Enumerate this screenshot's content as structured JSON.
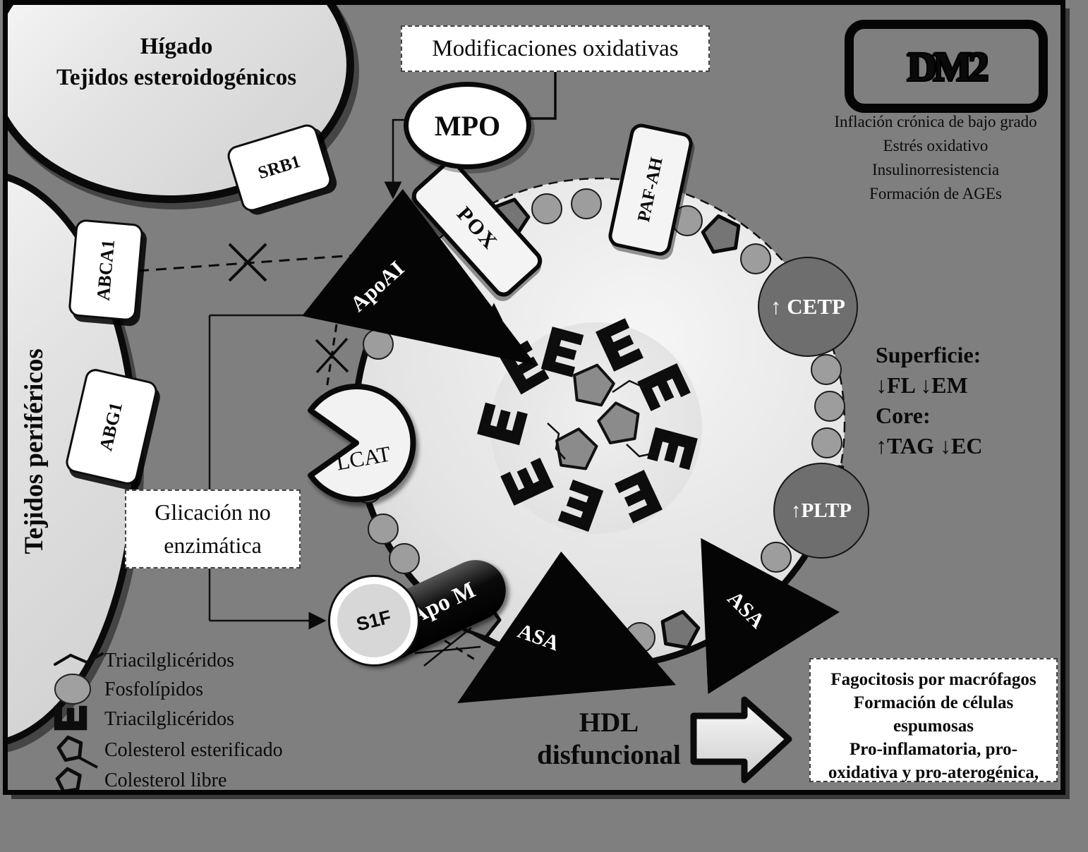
{
  "tissues": {
    "liver_line1": "Hígado",
    "liver_line2": "Tejidos esteroidogénicos",
    "peripheral": "Tejidos periféricos"
  },
  "receptors": {
    "srb1": "SRB1",
    "abca1": "ABCA1",
    "abg1": "ABG1"
  },
  "oxidation": {
    "box": "Modificaciones oxidativas",
    "enzyme": "MPO"
  },
  "glycation": {
    "line1": "Glicación no",
    "line2": "enzimática"
  },
  "particle": {
    "apoai": "ApoAI",
    "pox": "POX",
    "pafah": "PAF-AH",
    "cetp": "↑ CETP",
    "pltp": "↑PLTP",
    "lcat": "LCAT",
    "apom": "Apo M",
    "s1f": "S1F",
    "asa_left": "ASA",
    "asa_right": "ASA"
  },
  "dm2": {
    "title": "DM2",
    "items": [
      "Inflación crónica de bajo grado",
      "Estrés oxidativo",
      "Insulinorresistencia",
      "Formación de AGEs"
    ]
  },
  "composition": {
    "l1": "Superficie:",
    "l2": "↓FL ↓EM",
    "l3": "Core:",
    "l4": "↑TAG ↓EC"
  },
  "hdl": {
    "line1": "HDL",
    "line2": "disfuncional"
  },
  "outcome": {
    "lines": [
      "Fagocitosis por macrófagos",
      "Formación de células",
      "espumosas",
      "Pro-inflamatoria, pro-",
      "oxidativa y pro-aterogénica,"
    ]
  },
  "legend": {
    "items": [
      {
        "symbol": "wavy-line-icon",
        "label": "Triacilglicéridos"
      },
      {
        "symbol": "gray-circle-icon",
        "label": "Fosfolípidos"
      },
      {
        "symbol": "black-e-icon",
        "label": "Triacilglicéridos"
      },
      {
        "symbol": "pentagon-tail-icon",
        "label": "Colesterol esterificado"
      },
      {
        "symbol": "pentagon-outline-icon",
        "label": "Colesterol libre"
      }
    ]
  },
  "colors": {
    "background": "#7f7f7f",
    "particle_fill": "#e9e9e9",
    "transfer_circle": "#6e6e6e",
    "phospholipid": "#9d9d9d",
    "surface_pentagon": "#757575",
    "core_pentagon": "#8b8b8b",
    "ink": "#0a0a0a",
    "white": "#ffffff"
  }
}
